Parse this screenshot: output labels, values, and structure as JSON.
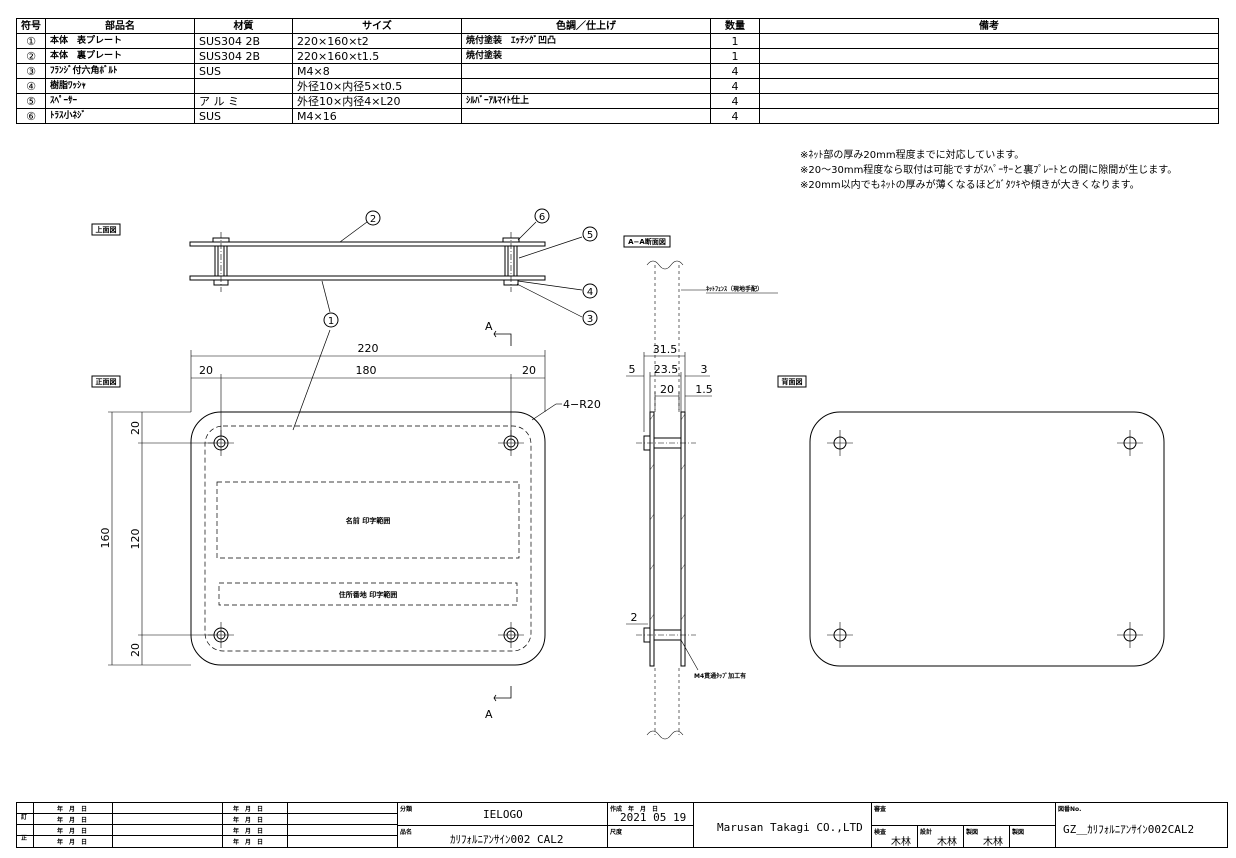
{
  "parts_table": {
    "headers": [
      "符号",
      "部品名",
      "材質",
      "サイズ",
      "色調／仕上げ",
      "数量",
      "備考"
    ],
    "rows": [
      {
        "no": "①",
        "name": "本体　表プレート",
        "material": "SUS304 2B",
        "size": "220×160×t2",
        "finish": "焼付塗装　ｴｯﾁﾝｸﾞ凹凸",
        "qty": "1",
        "note": ""
      },
      {
        "no": "②",
        "name": "本体　裏プレート",
        "material": "SUS304 2B",
        "size": "220×160×t1.5",
        "finish": "焼付塗装",
        "qty": "1",
        "note": ""
      },
      {
        "no": "③",
        "name": "ﾌﾗﾝｼﾞ付六角ﾎﾞﾙﾄ",
        "material": "SUS",
        "size": "M4×8",
        "finish": "",
        "qty": "4",
        "note": ""
      },
      {
        "no": "④",
        "name": "樹脂ﾜｯｼｬ",
        "material": "",
        "size": "外径10×内径5×t0.5",
        "finish": "",
        "qty": "4",
        "note": ""
      },
      {
        "no": "⑤",
        "name": "ｽﾍﾟｰｻｰ",
        "material": "ア ル ミ",
        "size": "外径10×内径4×L20",
        "finish": "ｼﾙﾊﾞｰｱﾙﾏｲﾄ仕上",
        "qty": "4",
        "note": ""
      },
      {
        "no": "⑥",
        "name": "ﾄﾗｽ小ﾈｼﾞ",
        "material": "SUS",
        "size": "M4×16",
        "finish": "",
        "qty": "4",
        "note": ""
      }
    ]
  },
  "notes": [
    "※ﾈｯﾄ部の厚み20mm程度までに対応しています。",
    "※20～30mm程度なら取付は可能ですがｽﾍﾟｰｻｰと裏ﾌﾟﾚｰﾄとの間に隙間が生じます。",
    "※20mm以内でもﾈｯﾄの厚みが薄くなるほどｶﾞﾀﾂｷや傾きが大きくなります。"
  ],
  "views": {
    "top": "上面図",
    "front": "正面図",
    "back": "背面図",
    "section": "A−A断面図"
  },
  "callouts": [
    "①",
    "②",
    "③",
    "④",
    "⑤",
    "⑥"
  ],
  "front_dims": {
    "width": "220",
    "left_inset": "20",
    "center": "180",
    "right_inset": "20",
    "height": "160",
    "top_inset": "20",
    "mid": "120",
    "bottom_inset": "20",
    "radius": "4−R20",
    "name_area": "名前 印字範囲",
    "address_area": "住所番地 印字範囲",
    "section_mark": "A"
  },
  "section_dims": {
    "total": "31.5",
    "left": "5",
    "middle": "23.5",
    "right": "3",
    "inner": "20",
    "plate": "1.5",
    "washer": "2",
    "net_label": "ﾈｯﾄﾌｪﾝｽ（現地手配）",
    "tap_label": "M4貫通ﾀｯﾌﾟ加工有"
  },
  "title_block": {
    "revision_mark_1": "訂",
    "revision_mark_2": "正",
    "date_label": "年　月　日",
    "category_label": "分類",
    "category": "IELOGO",
    "product_label": "品名",
    "product": "ｶﾘﾌｫﾙﾆｱﾝｻｲﾝ002 CAL2",
    "created_label": "作成　年　月　日",
    "created_date": "2021 05 19",
    "scale_label": "尺度",
    "company": "Marusan Takagi CO.,LTD",
    "approval_label": "審査",
    "check_label": "検査",
    "check_name": "木林",
    "design_label": "設計",
    "design_name": "木林",
    "draw_label": "製図",
    "draw_name": "木林",
    "trace_label": "製図",
    "drawing_no_label": "図番No.",
    "drawing_no": "GZ＿ｶﾘﾌｫﾙﾆｱﾝｻｲﾝ002CAL2"
  }
}
